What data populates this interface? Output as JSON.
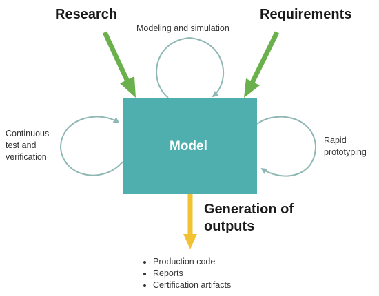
{
  "colors": {
    "model_fill": "#4fafaf",
    "green_arrow": "#6ab04c",
    "yellow_arrow": "#f2c232",
    "loop_stroke": "#8fb7b3"
  },
  "diagram": {
    "inputs": {
      "left": "Research",
      "right": "Requirements"
    },
    "model": "Model",
    "loops": {
      "top": "Modeling and simulation",
      "left": [
        "Continuous",
        "test and",
        "verification"
      ],
      "right": [
        "Rapid",
        "prototyping"
      ]
    },
    "output": {
      "title_lines": [
        "Generation of",
        "outputs"
      ],
      "items": [
        "Production code",
        "Reports",
        "Certification artifacts"
      ]
    }
  }
}
